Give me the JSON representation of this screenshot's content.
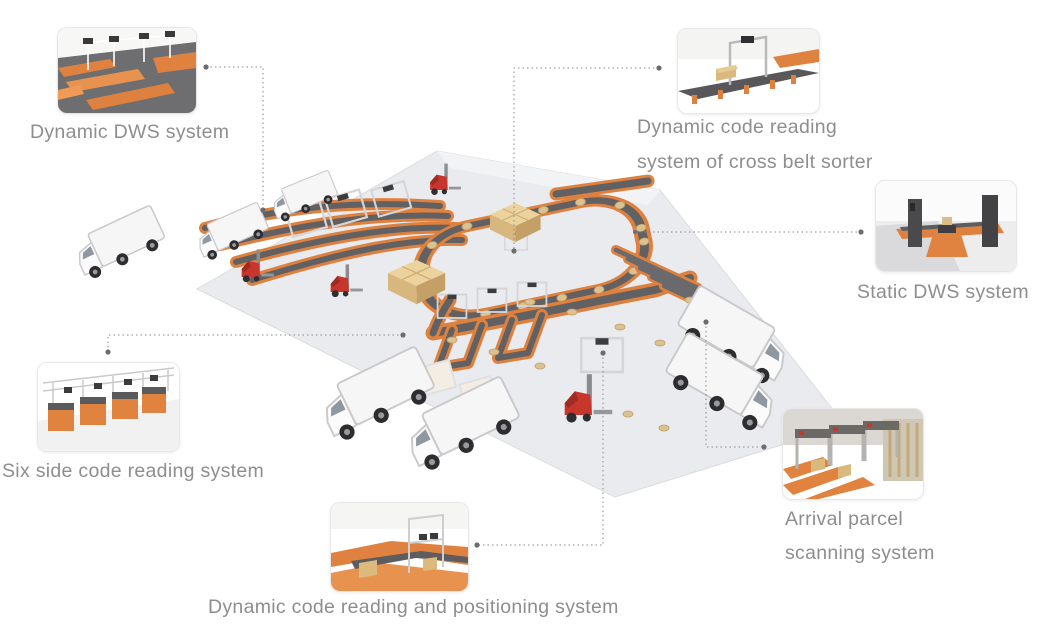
{
  "callouts": [
    {
      "id": "dynamic-dws",
      "lines": [
        "Dynamic DWS system"
      ]
    },
    {
      "id": "cross-belt-sorter",
      "lines": [
        "Dynamic code reading",
        "system of cross belt sorter"
      ]
    },
    {
      "id": "static-dws",
      "lines": [
        "Static DWS system"
      ]
    },
    {
      "id": "six-side",
      "lines": [
        "Six side code reading system"
      ]
    },
    {
      "id": "arrival-parcel",
      "lines": [
        "Arrival parcel",
        "scanning system"
      ]
    },
    {
      "id": "positioning",
      "lines": [
        "Dynamic code reading and positioning system"
      ]
    }
  ],
  "colors": {
    "label_text": "#8e8e8e",
    "callout_line": "#8a8a8a",
    "conveyor_orange": "#e0823f",
    "belt_gray": "#5f5f61",
    "floor_gray": "#e9eaec",
    "box_tan": "#e2c48e",
    "machine_red": "#c6362c",
    "truck_white": "#f6f6f7"
  },
  "illustration": {
    "scene": "isometric parcel sorting facility",
    "elements": [
      "cross-belt-sorter-loop",
      "infeed-conveyors",
      "outbound-chutes",
      "six-side-scanning-station",
      "scanner-gantries",
      "delivery-trucks",
      "forklifts",
      "pallet-box-stacks"
    ]
  }
}
